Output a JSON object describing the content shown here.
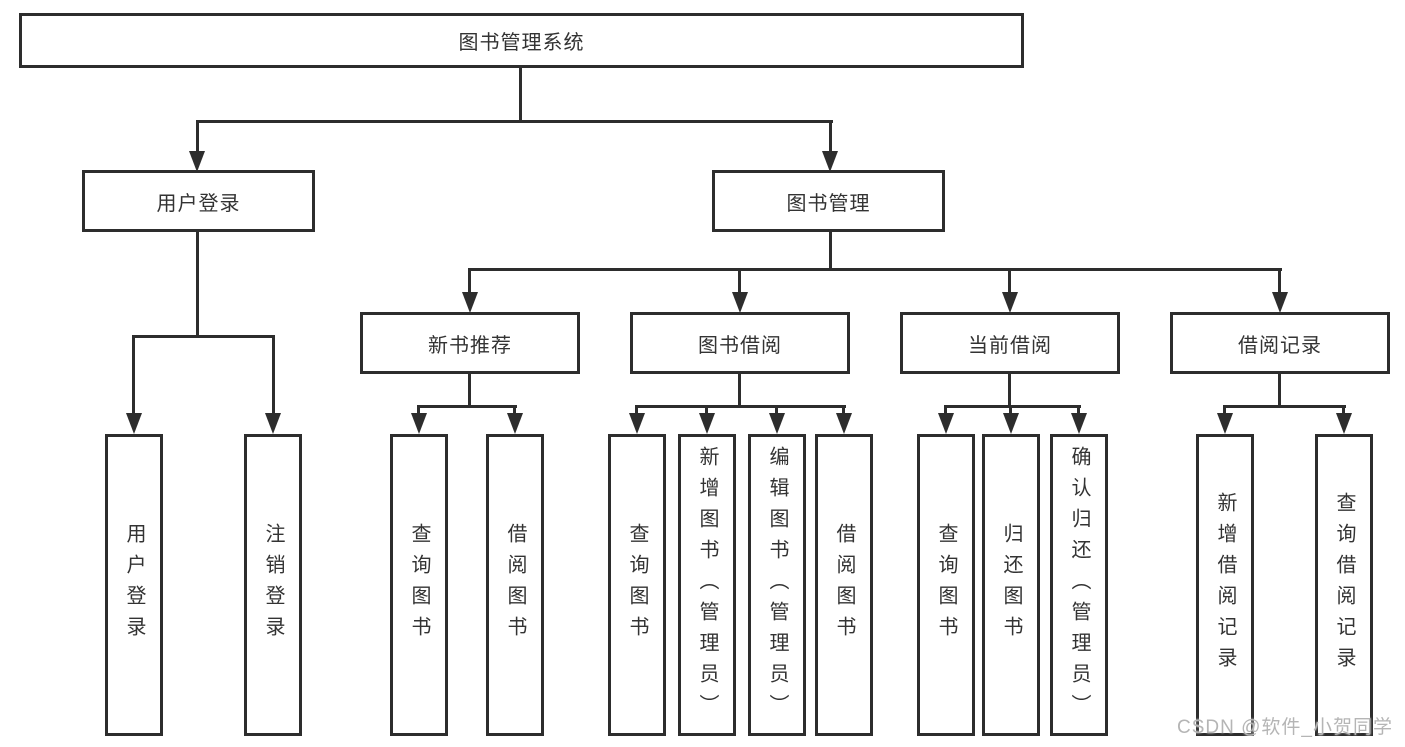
{
  "tree": {
    "root": {
      "label": "图书管理系统"
    },
    "user_branch": {
      "label": "用户登录",
      "leaves": [
        "用户登录",
        "注销登录"
      ]
    },
    "mgmt_branch": {
      "label": "图书管理",
      "sections": [
        {
          "label": "新书推荐",
          "leaves": [
            "查询图书",
            "借阅图书"
          ]
        },
        {
          "label": "图书借阅",
          "leaves": [
            "查询图书",
            "新增图书（管理员）",
            "编辑图书（管理员）",
            "借阅图书"
          ]
        },
        {
          "label": "当前借阅",
          "leaves": [
            "查询图书",
            "归还图书",
            "确认归还（管理员）"
          ]
        },
        {
          "label": "借阅记录",
          "leaves": [
            "新增借阅记录",
            "查询借阅记录"
          ]
        }
      ]
    }
  },
  "watermark": {
    "text": "CSDN @软件_小贺同学"
  },
  "colors": {
    "line": "#2d2d2d",
    "text": "#333333",
    "watermark": "#b5b5b5",
    "background": "#ffffff"
  }
}
